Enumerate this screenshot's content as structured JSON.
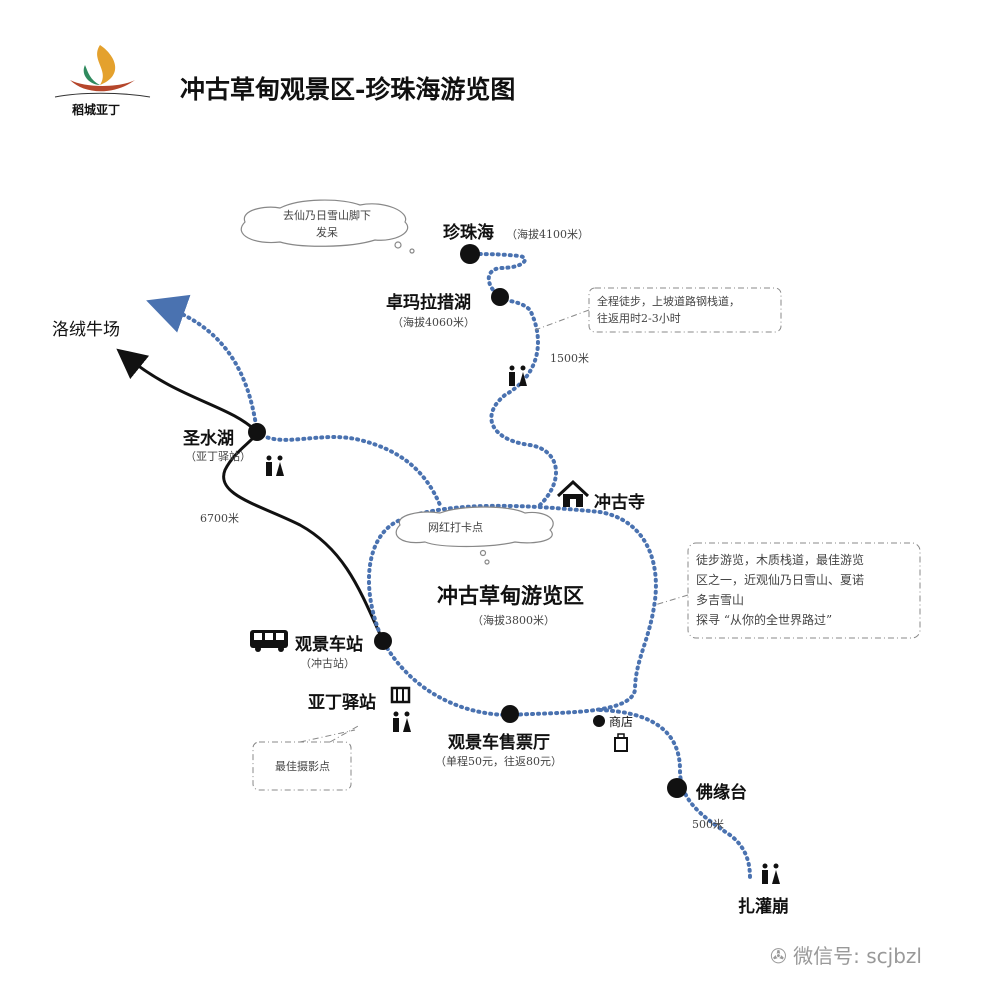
{
  "title": "冲古草甸观景区-珍珠海游览图",
  "logo": {
    "text": "稻城亚丁"
  },
  "places": {
    "zhenzhuhai": {
      "name": "珍珠海",
      "alt": "（海拔4100米）"
    },
    "zhuomala": {
      "name": "卓玛拉措湖",
      "alt": "（海拔4060米）"
    },
    "luorong": {
      "name": "洛绒牛场"
    },
    "shengshuihu": {
      "name": "圣水湖",
      "alt": "（亚丁驿站）"
    },
    "chonggusi": {
      "name": "冲古寺"
    },
    "meadow": {
      "name": "冲古草甸游览区",
      "alt": "（海拔3800米）"
    },
    "busstation": {
      "name": "观景车站",
      "alt": "（冲古站）"
    },
    "yading": {
      "name": "亚丁驿站"
    },
    "ticket": {
      "name": "观景车售票厅",
      "alt": "（单程50元，往返80元）"
    },
    "shop": {
      "name": "商店"
    },
    "foyuantai": {
      "name": "佛缘台"
    },
    "zhaguanbeng": {
      "name": "扎灌崩"
    }
  },
  "distances": {
    "d1": "1500米",
    "d2": "6700米",
    "d3": "500米"
  },
  "notes": {
    "cloud1": [
      "去仙乃日雪山脚下",
      "发呆"
    ],
    "cloud2": "网红打卡点",
    "box1": [
      "全程徒步，上坡道路钢栈道，",
      "往返用时2-3小时"
    ],
    "box2": [
      "徒步游览，木质栈道，最佳游览",
      "区之一，近观仙乃日雪山、夏诺",
      "多吉雪山",
      "探寻 “从你的全世界路过”"
    ],
    "box3": "最佳摄影点"
  },
  "watermark": "微信号: scjbzl",
  "colors": {
    "trail": "#4a72b0",
    "road": "#111111"
  }
}
